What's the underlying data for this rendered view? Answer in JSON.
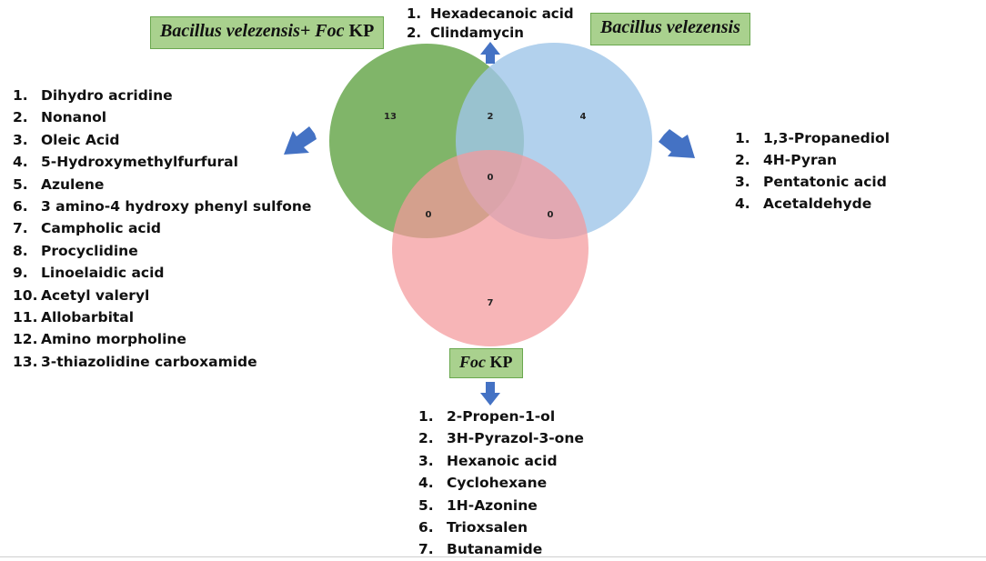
{
  "sets": {
    "combined": {
      "name_italic": "Bacillus velezensis+",
      "name_italic2": "Foc",
      "name_suffix": "KP",
      "color": "#6aa84f"
    },
    "bacillus": {
      "name_italic": "Bacillus velezensis",
      "color": "#9fc5e8"
    },
    "foc": {
      "name_italic": "Foc",
      "name_suffix": "KP",
      "color": "#f4999b"
    }
  },
  "region_counts": {
    "combined_only": "13",
    "combined_bacillus": "2",
    "bacillus_only": "4",
    "all_three": "0",
    "combined_foc": "0",
    "bacillus_foc": "0",
    "foc_only": "7"
  },
  "lists": {
    "shared_top": [
      "Hexadecanoic acid",
      "Clindamycin"
    ],
    "combined": [
      "Dihydro acridine",
      "Nonanol",
      "Oleic Acid",
      "5-Hydroxymethylfurfural",
      "Azulene",
      "3 amino-4 hydroxy phenyl sulfone",
      "Campholic acid",
      "Procyclidine",
      "Linoelaidic acid",
      "Acetyl valeryl",
      "Allobarbital",
      "Amino morpholine",
      "3-thiazolidine carboxamide"
    ],
    "bacillus": [
      "1,3-Propanediol",
      "4H-Pyran",
      "Pentatonic acid",
      "Acetaldehyde"
    ],
    "foc": [
      "2-Propen-1-ol",
      "3H-Pyrazol-3-one",
      "Hexanoic acid",
      "Cyclohexane",
      "1H-Azonine",
      "Trioxsalen",
      "Butanamide"
    ]
  },
  "arrow_color": "#4472c4"
}
